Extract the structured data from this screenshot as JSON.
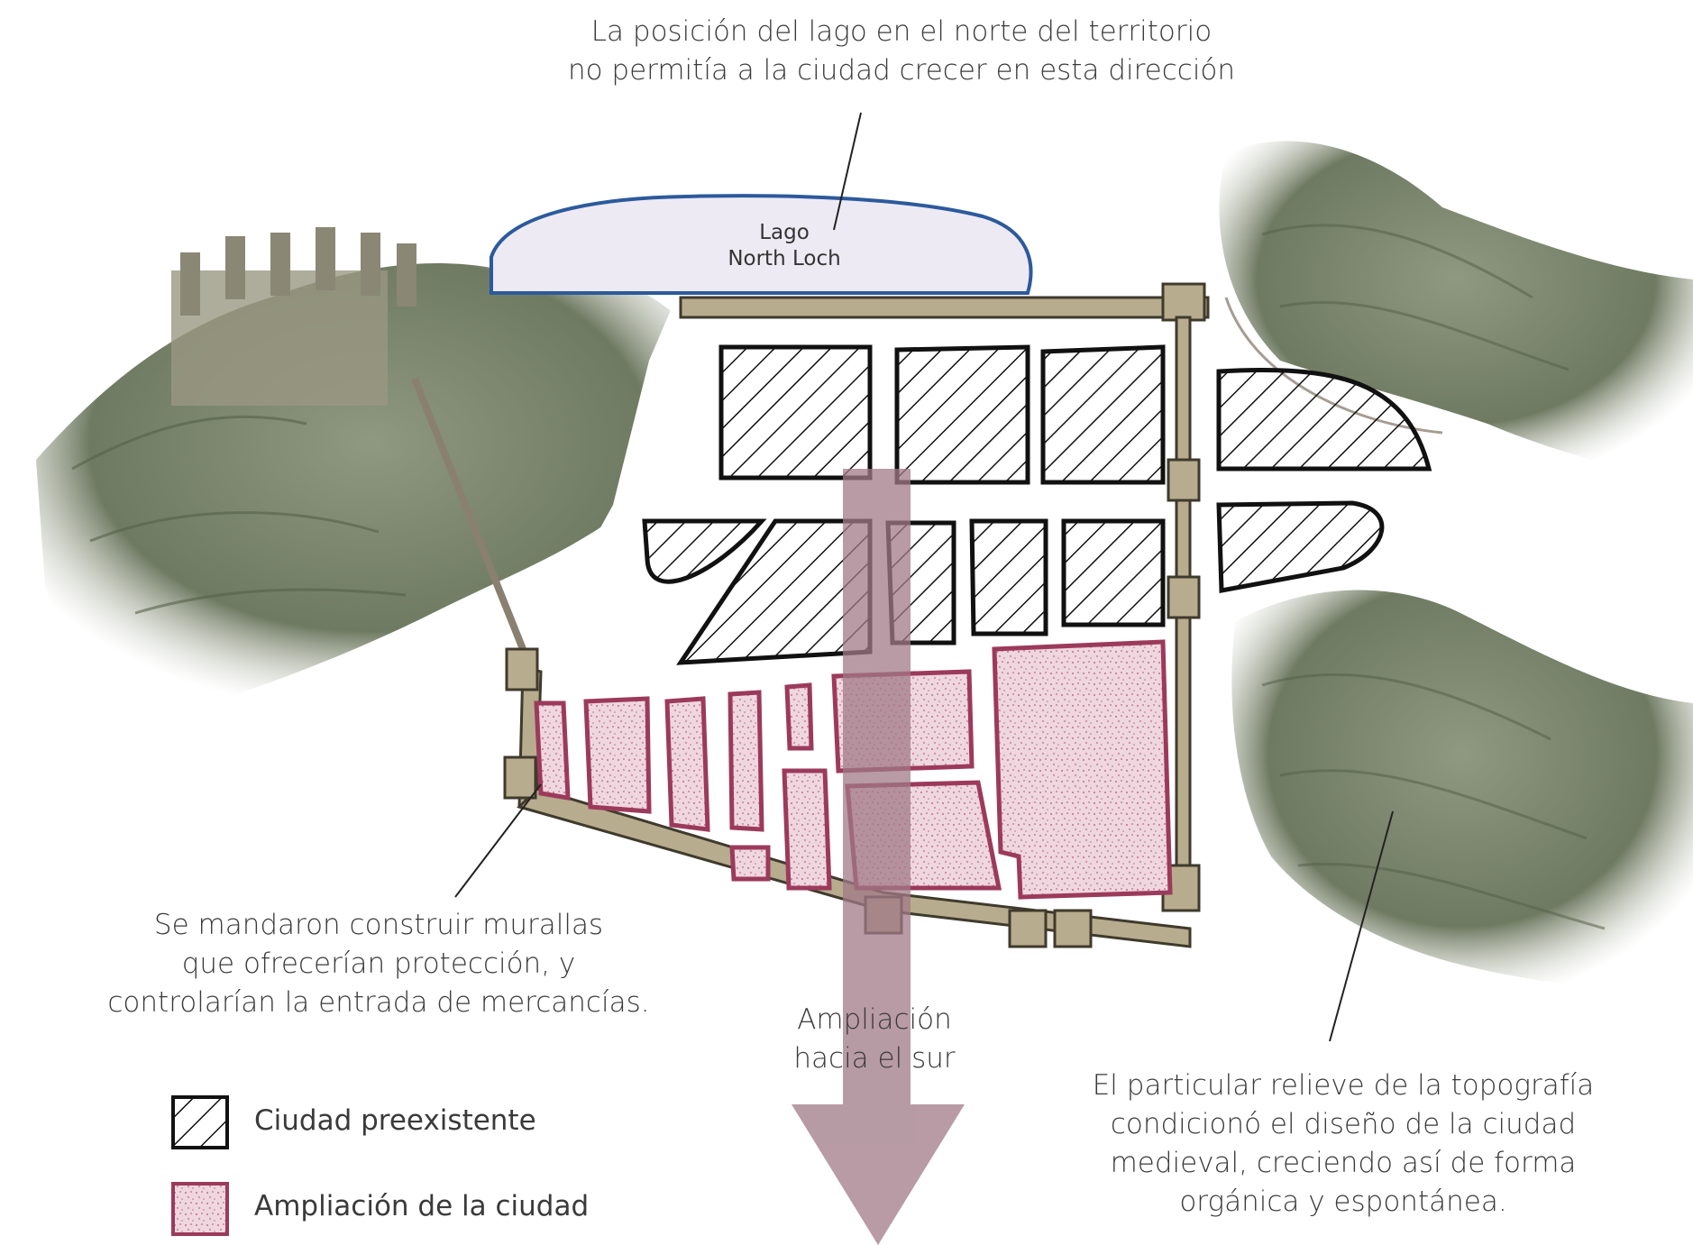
{
  "annotations": {
    "north": {
      "line1": "La posición del lago en el norte del territorio",
      "line2": "no permitía a la ciudad crecer en esta dirección"
    },
    "lake": {
      "line1": "Lago",
      "line2": "North Loch"
    },
    "walls": {
      "line1": "Se mandaron construir murallas",
      "line2": "que ofrecerían protección, y",
      "line3": "controlarían la entrada de mercancías."
    },
    "south_arrow": {
      "line1": "Ampliación",
      "line2": "hacia el sur"
    },
    "topography": {
      "line1": "El particular relieve de la topografía",
      "line2": "condicionó el diseño de la ciudad",
      "line3": "medieval, creciendo así de forma",
      "line4": "orgánica y espontánea."
    }
  },
  "legend": {
    "existing": "Ciudad preexistente",
    "expansion": "Ampliación de la ciudad"
  },
  "colors": {
    "hatch": "#111111",
    "expansion_fill": "#e9c9d4",
    "expansion_border": "#9c3a5c",
    "arrow": "#a07a86",
    "mountain": "#7f8870",
    "lake": "#eeeaf4",
    "lake_border": "#2c5a9c",
    "wall": "#b7ac8e"
  },
  "icons": [
    "castle-icon",
    "arrow-down-icon"
  ]
}
